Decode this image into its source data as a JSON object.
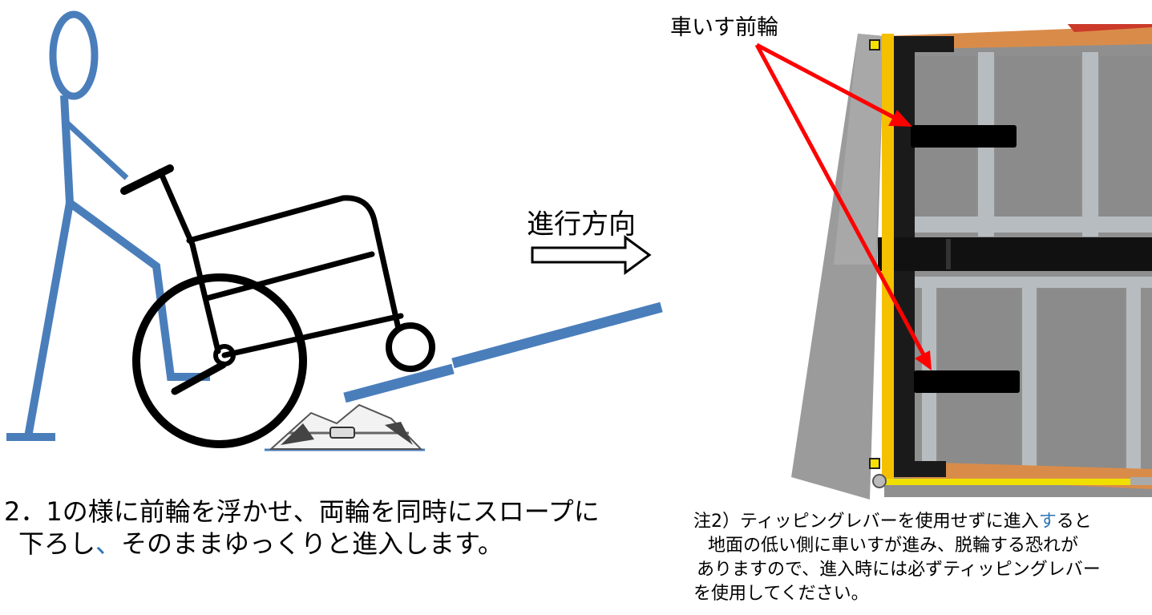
{
  "labels": {
    "front_wheel": "車いす前輪",
    "direction": "進行方向"
  },
  "instruction": {
    "line1": "2．1の様に前輪を浮かせ、両輪を同時にスロープに",
    "line2_a": "下ろし",
    "line2_comma": "、",
    "line2_b": "そのままゆっくりと進入します。"
  },
  "note": {
    "line1_a": "注2）ティッピングレバーを使用せずに進入",
    "line1_su": "す",
    "line1_b": "ると",
    "line2": "地面の低い側に車いすが進み、脱輪する恐れが",
    "line3": "ありますので、進入時には必ずティッピングレバー",
    "line4": "を使用してください。"
  },
  "colors": {
    "figure_blue": "#4a7ebb",
    "arrow_red": "#ff0000",
    "ramp_orange": "#d98c4a",
    "ramp_yellow": "#f5c000",
    "carpet_gray": "#8f8f8f"
  }
}
